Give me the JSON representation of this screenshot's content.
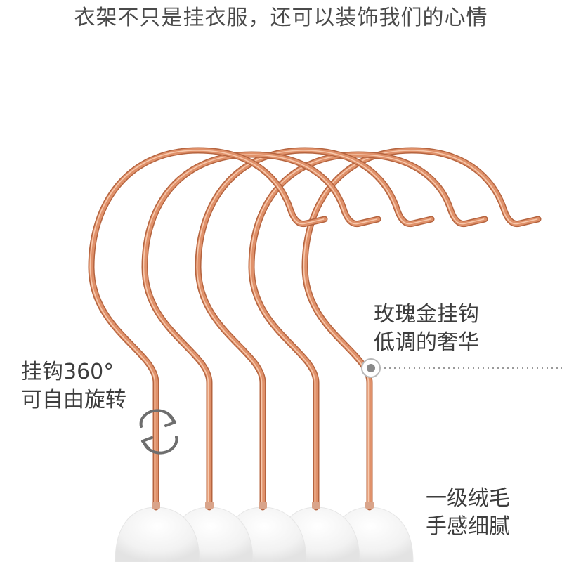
{
  "headline": "衣架不只是挂衣服，还可以装饰我们的心情",
  "callouts": {
    "rose_gold": {
      "line1": "玫瑰金挂钩",
      "line2": "低调的奢华"
    },
    "rotation": {
      "line1": "挂钩360°",
      "line2": "可自由旋转"
    },
    "velvet": {
      "line1": "一级绒毛",
      "line2": "手感细腻"
    }
  },
  "product": {
    "hanger_count": 5,
    "hook_color": "#e0916a",
    "hook_highlight": "#f7c9ad",
    "hook_shadow": "#b5643f",
    "velvet_color": "#f4f4f4"
  },
  "icons": {
    "rotation": "rotate-arrows-icon",
    "pointer": "callout-dot-icon"
  }
}
